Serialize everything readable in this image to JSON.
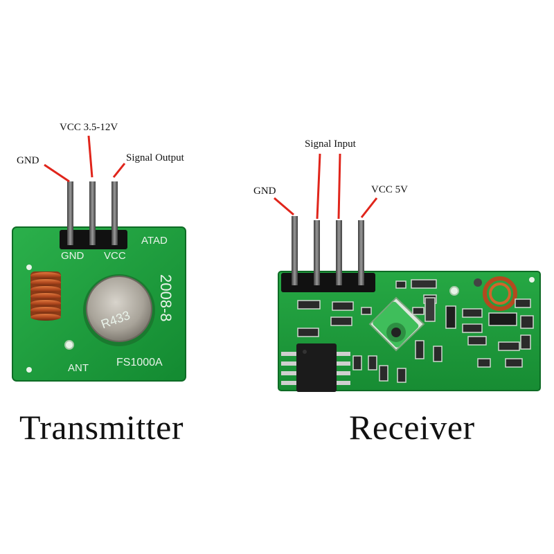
{
  "transmitter": {
    "caption": "Transmitter",
    "pin_labels": {
      "gnd": "GND",
      "vcc": "VCC 3.5-12V",
      "signal": "Signal Output"
    },
    "silkscreen": {
      "gnd": "GND",
      "vcc": "VCC",
      "atad": "ATAD",
      "date": "2008-8",
      "model": "FS1000A",
      "ant": "ANT",
      "crystal": "R433"
    }
  },
  "receiver": {
    "caption": "Receiver",
    "pin_labels": {
      "gnd": "GND",
      "signal": "Signal Input",
      "vcc": "VCC 5V"
    }
  },
  "colors": {
    "pcb": "#1f9a3c",
    "pcb_dark": "#137a2c",
    "leader_line": "#e0251b",
    "pin_metal": "#555555",
    "coil": "#b34a1f",
    "crystal": "#a9a49a"
  }
}
